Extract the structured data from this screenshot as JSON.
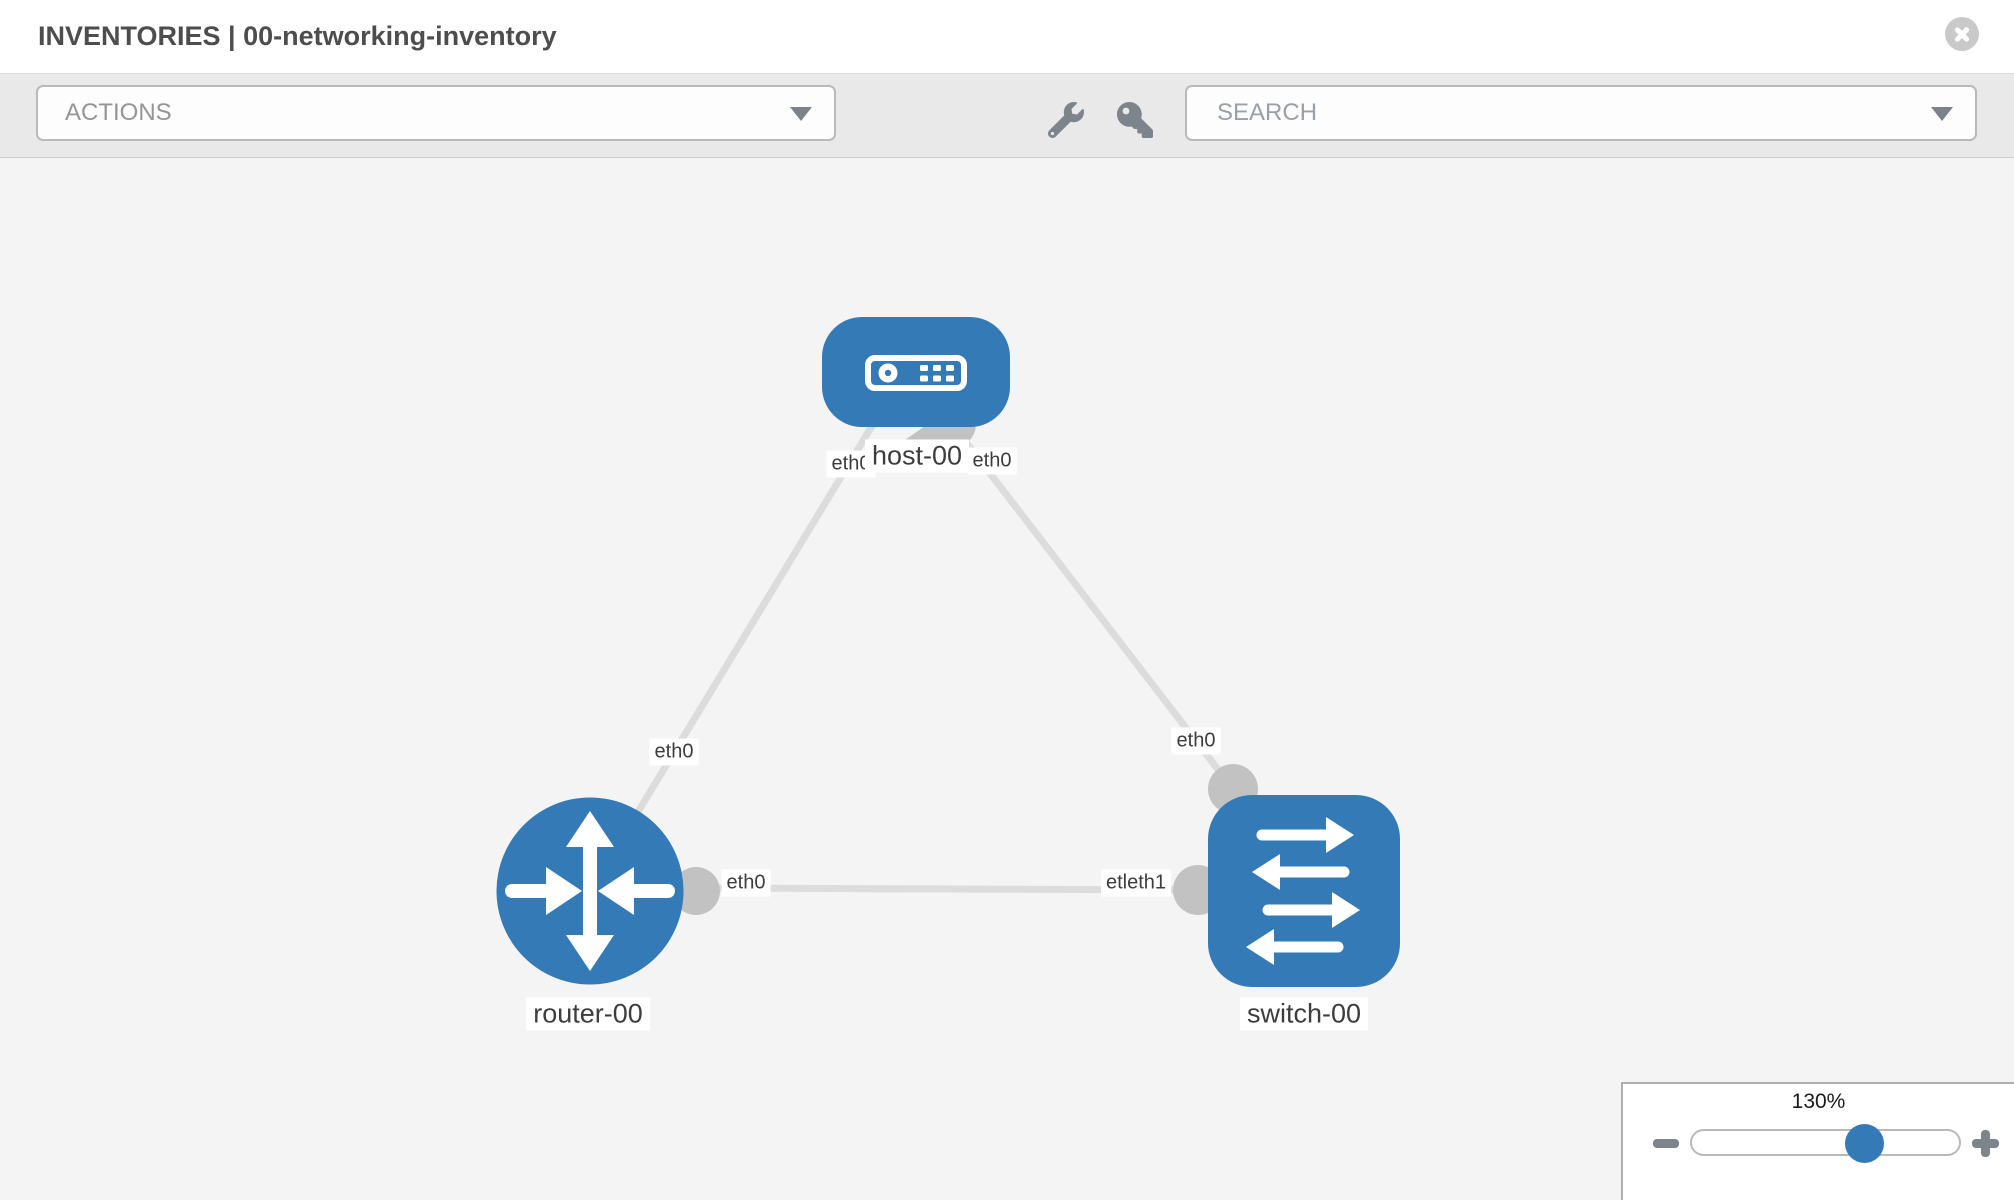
{
  "header": {
    "title": "INVENTORIES | 00-networking-inventory"
  },
  "toolbar": {
    "actions_label": "ACTIONS",
    "search_placeholder": "SEARCH",
    "icons": [
      "wrench-icon",
      "key-icon"
    ]
  },
  "topology": {
    "nodes": [
      {
        "id": "host-00",
        "label": "host-00",
        "type": "host"
      },
      {
        "id": "router-00",
        "label": "router-00",
        "type": "router"
      },
      {
        "id": "switch-00",
        "label": "switch-00",
        "type": "switch"
      }
    ],
    "links": [
      {
        "from": "router-00",
        "to": "host-00",
        "from_interface": "eth0",
        "to_interface": "eth0"
      },
      {
        "from": "switch-00",
        "to": "host-00",
        "from_interface": "eth0",
        "to_interface": "eth0"
      },
      {
        "from": "router-00",
        "to": "switch-00",
        "from_interface": "eth0",
        "to_interface": "etleth1"
      }
    ]
  },
  "zoom_control": {
    "level": "130%",
    "minus_icon": "minus",
    "plus_icon": "plus"
  },
  "colors": {
    "node_blue": "#337ab7",
    "link_gray": "#dcdcdc",
    "port_gray": "#c2c2c2",
    "toolbar_bg": "#e9e9e9",
    "canvas_bg": "#f4f4f4"
  }
}
